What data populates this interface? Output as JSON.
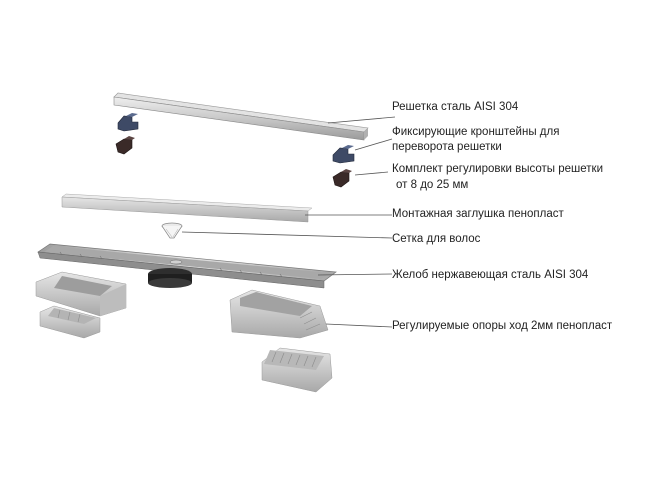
{
  "labels": {
    "grate": "Решетка  сталь AISI 304",
    "brackets_line1": "Фиксирующие кронштейны для",
    "brackets_line2": "переворота решетки",
    "height_kit_line1": "Комплект регулировки высоты решетки",
    "height_kit_line2": "от 8 до 25 мм",
    "mount_plug": "Монтажная заглушка  пенопласт",
    "hair_mesh": "Сетка для волос",
    "channel": "Желоб нержавеющая сталь AISI 304",
    "supports": "Регулируемые опоры ход 2мм пенопласт"
  },
  "colors": {
    "steel_light": "#d4d4d4",
    "steel_dark": "#9a9a9a",
    "foam": "#c9c9c9",
    "bracket_blue": "#3e4a66",
    "bracket_dark": "#3a2a28",
    "leader": "#555555"
  }
}
